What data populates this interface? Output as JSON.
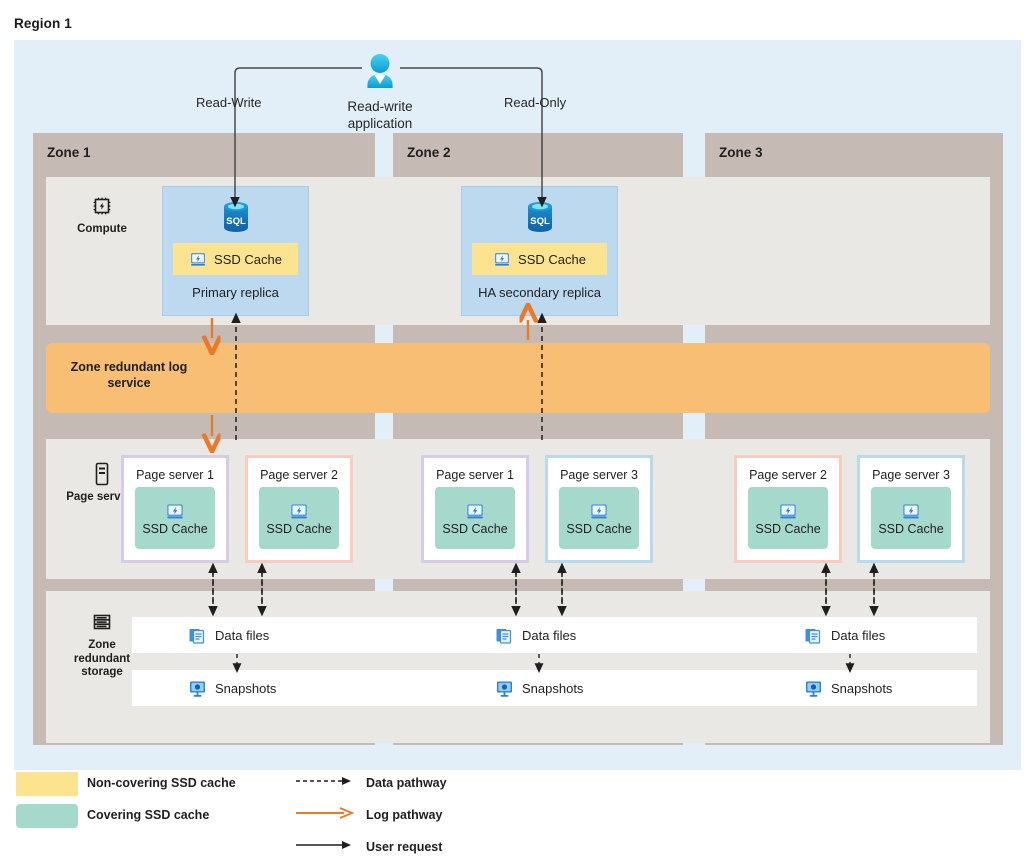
{
  "region": {
    "title": "Region 1"
  },
  "application": {
    "icon": "user-icon",
    "label": "Read-write application",
    "left_path_label": "Read-Write",
    "right_path_label": "Read-Only"
  },
  "zones": [
    {
      "name": "Zone 1"
    },
    {
      "name": "Zone 2"
    },
    {
      "name": "Zone 3"
    }
  ],
  "rows": {
    "compute": {
      "label": "Compute",
      "icon": "cpu-chip-icon"
    },
    "log": {
      "label": "Zone redundant log service"
    },
    "page_servers": {
      "label": "Page servers",
      "icon": "server-rack-icon"
    },
    "storage": {
      "label": "Zone redundant storage",
      "icon": "storage-stack-icon"
    }
  },
  "replicas": [
    {
      "icon": "sql-database-icon",
      "cache_icon": "ssd-icon",
      "cache_label": "SSD Cache",
      "name": "Primary replica",
      "zone": "Zone 1"
    },
    {
      "icon": "sql-database-icon",
      "cache_icon": "ssd-icon",
      "cache_label": "SSD Cache",
      "name": "HA secondary replica",
      "zone": "Zone 2"
    }
  ],
  "page_servers": [
    {
      "title": "Page server 1",
      "cache_label": "SSD Cache",
      "cache_icon": "ssd-icon",
      "border": "purple",
      "zone": "Zone 1"
    },
    {
      "title": "Page server 2",
      "cache_label": "SSD Cache",
      "cache_icon": "ssd-icon",
      "border": "pink",
      "zone": "Zone 1"
    },
    {
      "title": "Page server 1",
      "cache_label": "SSD Cache",
      "cache_icon": "ssd-icon",
      "border": "purple",
      "zone": "Zone 2"
    },
    {
      "title": "Page server 3",
      "cache_label": "SSD Cache",
      "cache_icon": "ssd-icon",
      "border": "blue",
      "zone": "Zone 2"
    },
    {
      "title": "Page server 2",
      "cache_label": "SSD Cache",
      "cache_icon": "ssd-icon",
      "border": "pink",
      "zone": "Zone 3"
    },
    {
      "title": "Page server 3",
      "cache_label": "SSD Cache",
      "cache_icon": "ssd-icon",
      "border": "blue",
      "zone": "Zone 3"
    }
  ],
  "storage": {
    "data_files": [
      {
        "label": "Data files",
        "icon": "data-files-icon"
      },
      {
        "label": "Data files",
        "icon": "data-files-icon"
      },
      {
        "label": "Data files",
        "icon": "data-files-icon"
      }
    ],
    "snapshots": [
      {
        "label": "Snapshots",
        "icon": "snapshot-icon"
      },
      {
        "label": "Snapshots",
        "icon": "snapshot-icon"
      },
      {
        "label": "Snapshots",
        "icon": "snapshot-icon"
      }
    ]
  },
  "legend": {
    "swatches": [
      {
        "label": "Non-covering SSD cache",
        "color": "#fbe38f"
      },
      {
        "label": "Covering SSD cache",
        "color": "#a5d9cb"
      }
    ],
    "lines": [
      {
        "label": "Data pathway",
        "style": "dashed",
        "color": "#1f1f1f"
      },
      {
        "label": "Log pathway",
        "style": "solid",
        "color": "#ea7a28"
      },
      {
        "label": "User request",
        "style": "solid",
        "color": "#1f1f1f"
      }
    ]
  },
  "colors": {
    "region_bg": "#e3eff8",
    "zone_bg": "#c5bab4",
    "band_bg": "#eae8e4",
    "log_bg": "#f7be74",
    "replica_bg": "#bcd9ef",
    "non_covering_cache": "#fbe38f",
    "covering_cache": "#a5d9cb",
    "log_arrow": "#ea7a28",
    "data_arrow": "#1f1f1f"
  }
}
